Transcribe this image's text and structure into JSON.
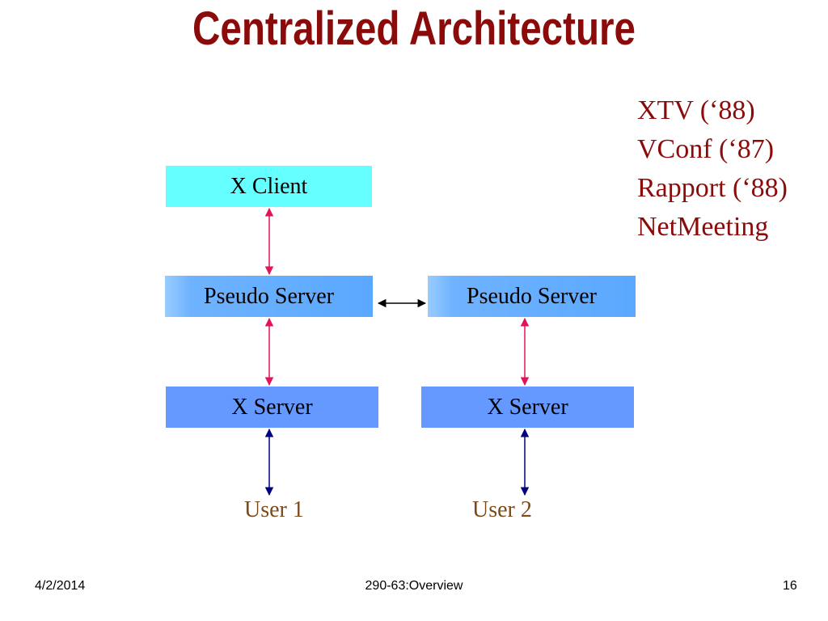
{
  "slide": {
    "title": "Centralized Architecture",
    "references": [
      "XTV (‘88)",
      "VConf (‘87)",
      "Rapport (‘88)",
      "NetMeeting"
    ]
  },
  "diagram": {
    "x_client": "X Client",
    "pseudo_server_1": "Pseudo Server",
    "pseudo_server_2": "Pseudo Server",
    "x_server_1": "X Server",
    "x_server_2": "X Server",
    "user_1": "User 1",
    "user_2": "User 2"
  },
  "colors": {
    "title": "#8b0a0a",
    "client_box": "#66ffff",
    "pseudo_box": "#5aa8ff",
    "server_box": "#6699ff",
    "pink_arrow": "#e0145a",
    "navy_arrow": "#000080",
    "user_label": "#7a4a1a"
  },
  "footer": {
    "date": "4/2/2014",
    "course": "290-63:Overview",
    "page": "16"
  }
}
